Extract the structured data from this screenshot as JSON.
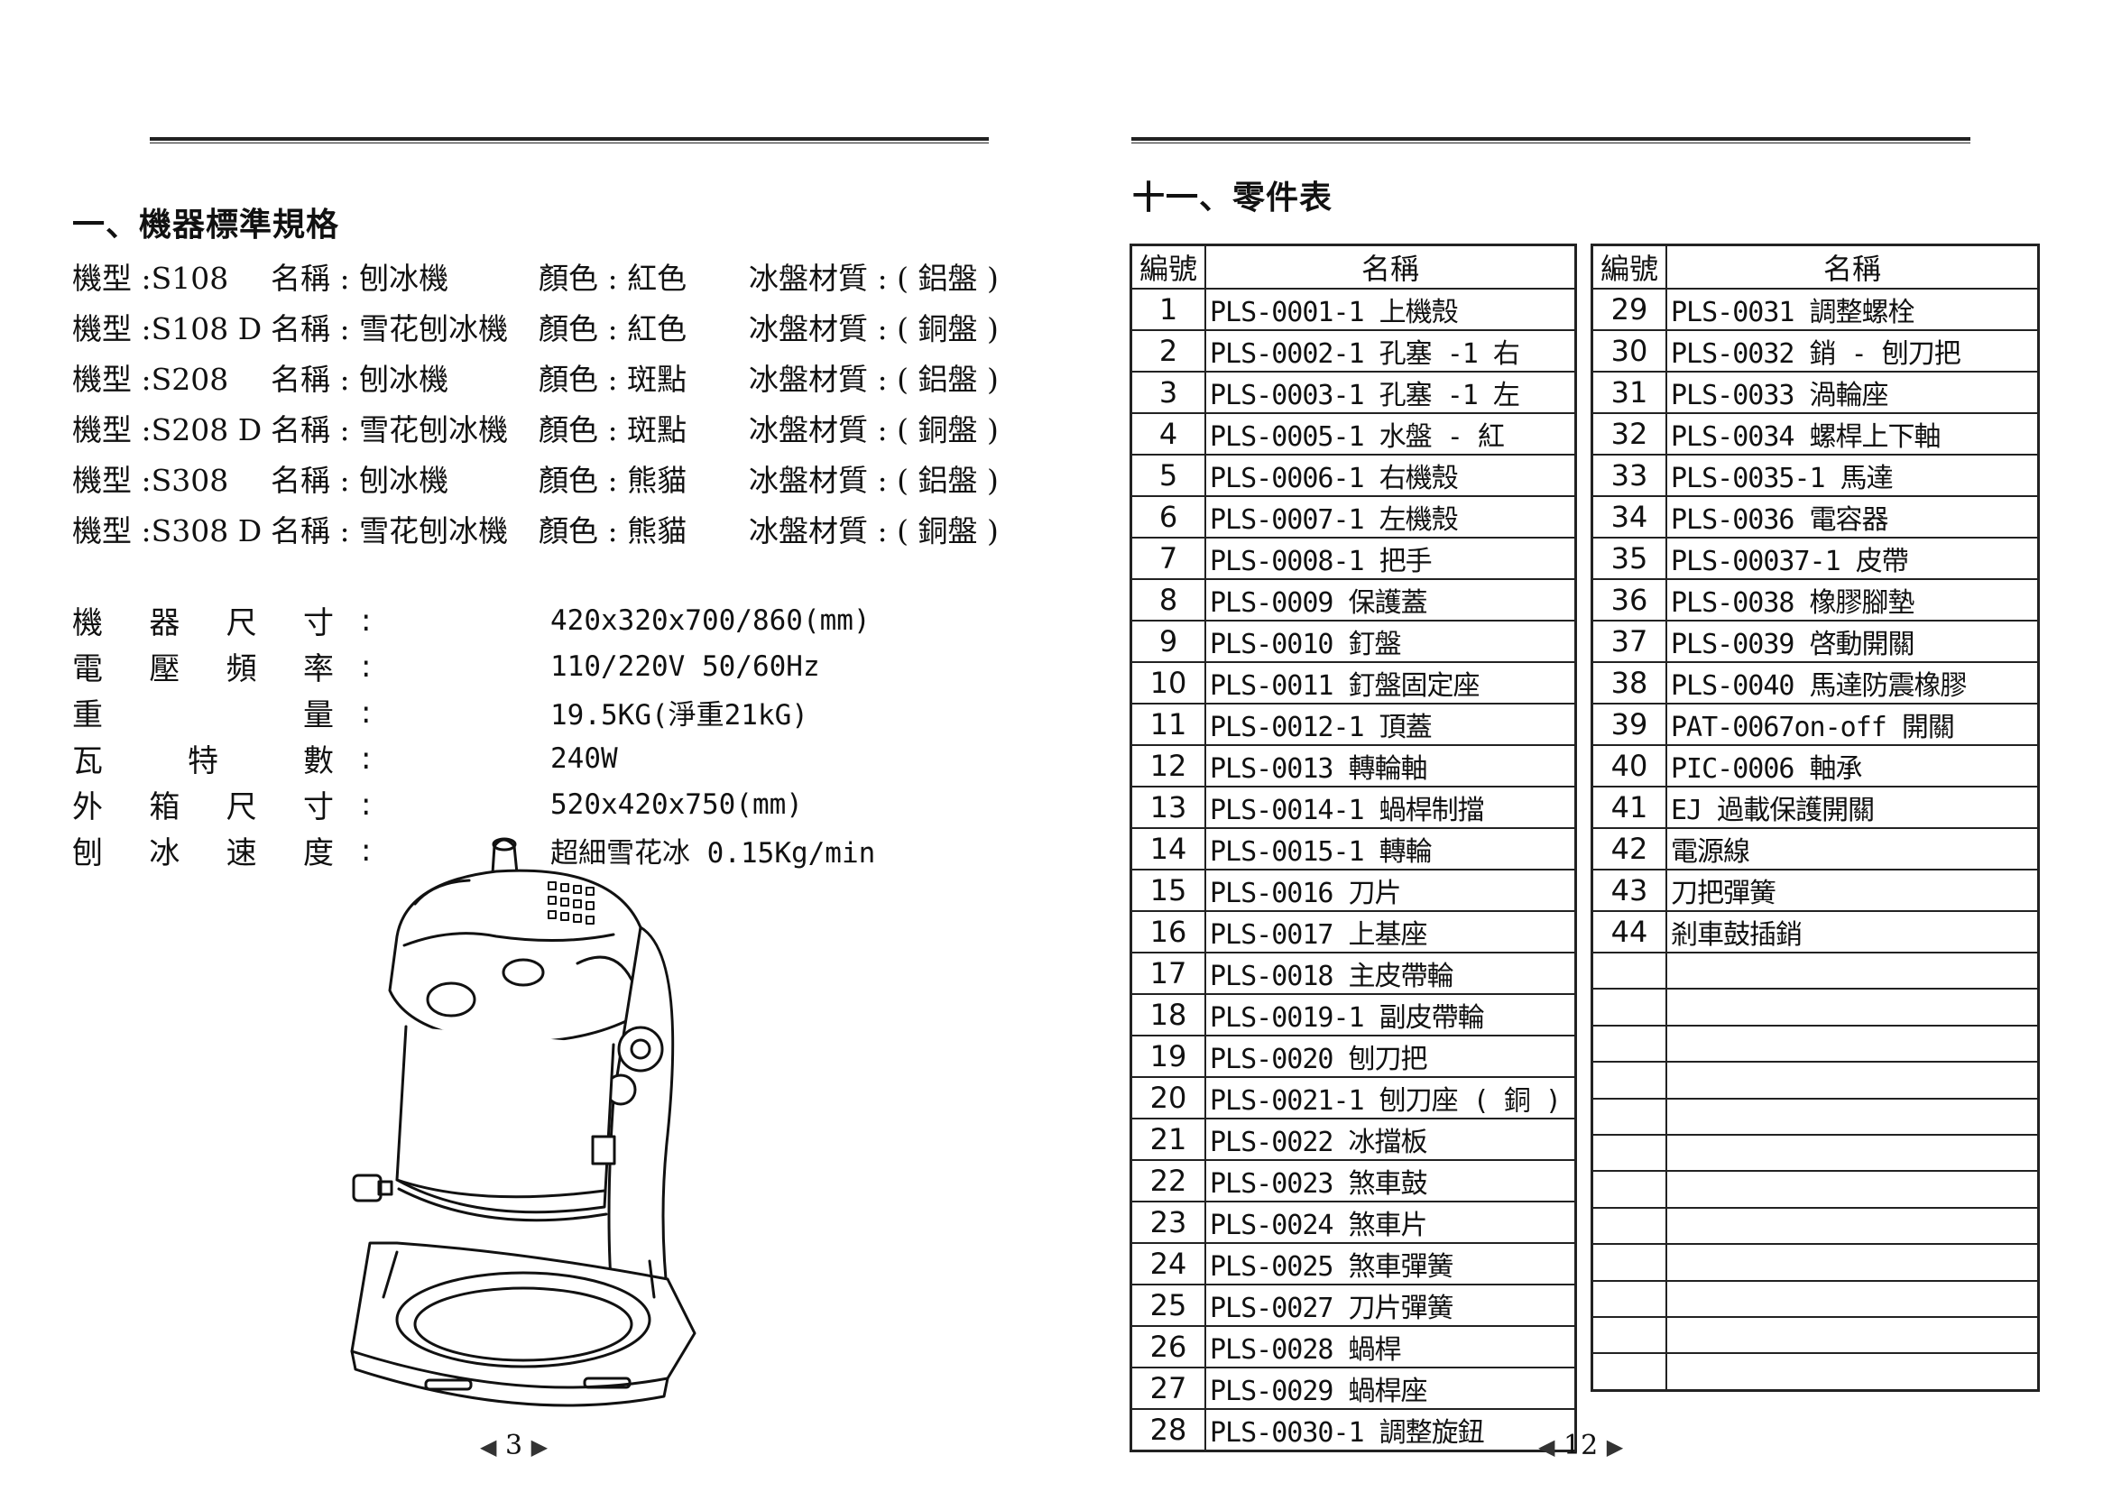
{
  "left_page": {
    "section_title": "一、機器標準規格",
    "models": [
      {
        "model": "機型 :S108",
        "name": "名稱 : 刨冰機",
        "color": "顏色 : 紅色",
        "material": "冰盤材質 : ( 鋁盤 )"
      },
      {
        "model": "機型 :S108 D",
        "name": "名稱 : 雪花刨冰機",
        "color": "顏色 : 紅色",
        "material": "冰盤材質 : ( 銅盤 )"
      },
      {
        "model": "機型 :S208",
        "name": "名稱 : 刨冰機",
        "color": "顏色 : 斑點",
        "material": "冰盤材質 : ( 鋁盤 )"
      },
      {
        "model": "機型 :S208 D",
        "name": "名稱 : 雪花刨冰機",
        "color": "顏色 : 斑點",
        "material": "冰盤材質 : ( 銅盤 )"
      },
      {
        "model": "機型 :S308",
        "name": "名稱 : 刨冰機",
        "color": "顏色 : 熊貓",
        "material": "冰盤材質 : ( 鋁盤 )"
      },
      {
        "model": "機型 :S308 D",
        "name": "名稱 : 雪花刨冰機",
        "color": "顏色 : 熊貓",
        "material": "冰盤材質 : ( 銅盤 )"
      }
    ],
    "specs": [
      {
        "label": "機器尺寸",
        "colon": ":",
        "value": "420x320x700/860(mm)"
      },
      {
        "label": "電壓頻率",
        "colon": ":",
        "value": "110/220V 50/60Hz"
      },
      {
        "label": "重量",
        "colon": ":",
        "value": "19.5KG(淨重21kG)"
      },
      {
        "label": "瓦特數",
        "colon": ":",
        "value": "240W"
      },
      {
        "label": "外箱尺寸",
        "colon": ":",
        "value": "520x420x750(mm)"
      },
      {
        "label": "刨冰速度",
        "colon": ":",
        "value": "超細雪花冰 0.15Kg/min"
      }
    ],
    "page_number": "3",
    "prev_icon": "triangle-left-icon",
    "next_icon": "triangle-right-icon"
  },
  "right_page": {
    "section_title": "十一、零件表",
    "header_no": "編號",
    "header_name": "名稱",
    "parts_a": [
      {
        "no": "1",
        "name": "PLS-0001-1 上機殼"
      },
      {
        "no": "2",
        "name": "PLS-0002-1 孔塞 -1 右"
      },
      {
        "no": "3",
        "name": "PLS-0003-1 孔塞 -1 左"
      },
      {
        "no": "4",
        "name": "PLS-0005-1 水盤 - 紅"
      },
      {
        "no": "5",
        "name": "PLS-0006-1 右機殼"
      },
      {
        "no": "6",
        "name": "PLS-0007-1 左機殼"
      },
      {
        "no": "7",
        "name": "PLS-0008-1 把手"
      },
      {
        "no": "8",
        "name": "PLS-0009 保護蓋"
      },
      {
        "no": "9",
        "name": "PLS-0010 釘盤"
      },
      {
        "no": "10",
        "name": "PLS-0011 釘盤固定座"
      },
      {
        "no": "11",
        "name": "PLS-0012-1 頂蓋"
      },
      {
        "no": "12",
        "name": "PLS-0013 轉輪軸"
      },
      {
        "no": "13",
        "name": "PLS-0014-1 蝸桿制擋"
      },
      {
        "no": "14",
        "name": "PLS-0015-1 轉輪"
      },
      {
        "no": "15",
        "name": "PLS-0016 刀片"
      },
      {
        "no": "16",
        "name": "PLS-0017 上基座"
      },
      {
        "no": "17",
        "name": "PLS-0018 主皮帶輪"
      },
      {
        "no": "18",
        "name": "PLS-0019-1 副皮帶輪"
      },
      {
        "no": "19",
        "name": "PLS-0020 刨刀把"
      },
      {
        "no": "20",
        "name": "PLS-0021-1 刨刀座 ( 銅 )"
      },
      {
        "no": "21",
        "name": "PLS-0022 冰擋板"
      },
      {
        "no": "22",
        "name": "PLS-0023 煞車鼓"
      },
      {
        "no": "23",
        "name": "PLS-0024 煞車片"
      },
      {
        "no": "24",
        "name": "PLS-0025 煞車彈簧"
      },
      {
        "no": "25",
        "name": "PLS-0027 刀片彈簧"
      },
      {
        "no": "26",
        "name": "PLS-0028 蝸桿"
      },
      {
        "no": "27",
        "name": "PLS-0029 蝸桿座"
      },
      {
        "no": "28",
        "name": "PLS-0030-1 調整旋鈕"
      }
    ],
    "parts_b": [
      {
        "no": "29",
        "name": "PLS-0031 調整螺栓"
      },
      {
        "no": "30",
        "name": "PLS-0032 銷 - 刨刀把"
      },
      {
        "no": "31",
        "name": "PLS-0033 渦輪座"
      },
      {
        "no": "32",
        "name": "PLS-0034 螺桿上下軸"
      },
      {
        "no": "33",
        "name": "PLS-0035-1 馬達"
      },
      {
        "no": "34",
        "name": "PLS-0036 電容器"
      },
      {
        "no": "35",
        "name": "PLS-00037-1 皮帶"
      },
      {
        "no": "36",
        "name": "PLS-0038 橡膠腳墊"
      },
      {
        "no": "37",
        "name": "PLS-0039 啓動開關"
      },
      {
        "no": "38",
        "name": "PLS-0040 馬達防震橡膠"
      },
      {
        "no": "39",
        "name": "PAT-0067on-off 開關"
      },
      {
        "no": "40",
        "name": "PIC-0006 軸承"
      },
      {
        "no": "41",
        "name": "EJ 過載保護開關"
      },
      {
        "no": "42",
        "name": "電源線"
      },
      {
        "no": "43",
        "name": "刀把彈簧"
      },
      {
        "no": "44",
        "name": "剎車鼓插銷"
      }
    ],
    "blank_rows": 12,
    "page_number": "12",
    "prev_icon": "triangle-left-icon",
    "next_icon": "triangle-right-icon"
  }
}
